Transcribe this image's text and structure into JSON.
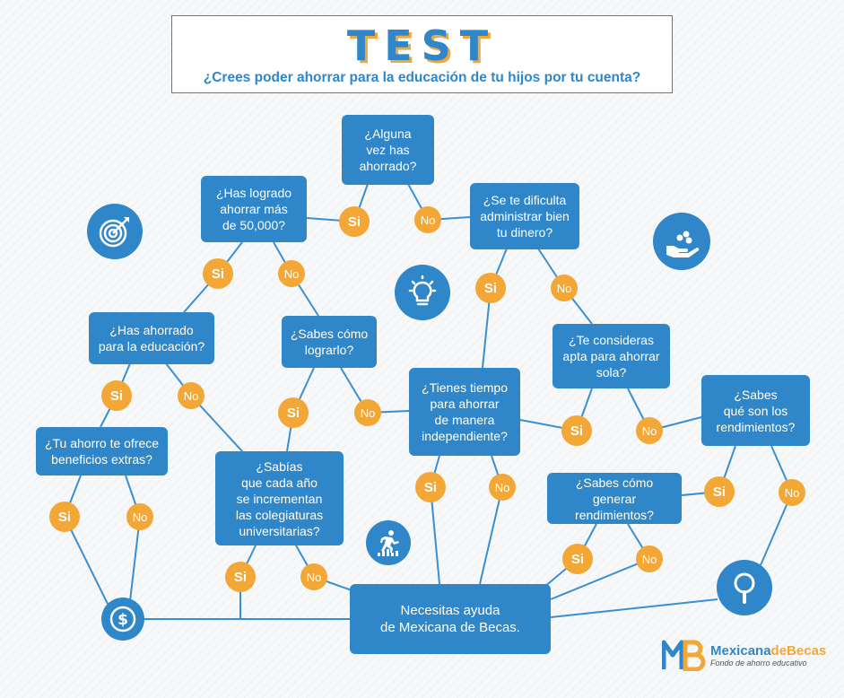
{
  "header": {
    "title": "TEST",
    "subtitle": "¿Crees poder ahorrar para la educación de tu hijos por tu cuenta?"
  },
  "questions": {
    "q_ahorrado": "¿Alguna\nvez has\nahorrado?",
    "q_50000": "¿Has  logrado\nahorrar más\nde 50,000?",
    "q_dificulta": "¿Se te dificulta\nadministrar bien\ntu dinero?",
    "q_educacion": "¿Has ahorrado\npara la educación?",
    "q_lograrlo": "¿Sabes cómo\nlograrlo?",
    "q_tiempo": "¿Tienes tiempo\npara ahorrar\nde manera\nindependiente?",
    "q_apta": "¿Te consideras\napta para ahorrar\nsola?",
    "q_rendimientos": "¿Sabes\nqué son los\nrendimientos?",
    "q_beneficios": "¿Tu ahorro te ofrece\nbeneficios extras?",
    "q_colegiaturas": "¿Sabías\nque cada año\nse incrementan\nlas colegiaturas\nuniversitarias?",
    "q_generar": "¿Sabes cómo generar\nrendimientos?",
    "result": "Necesitas ayuda\nde Mexicana de Becas."
  },
  "answers": {
    "yes": "Si",
    "no": "No"
  },
  "icons": {
    "target": "target-icon",
    "lightbulb": "lightbulb-icon",
    "hand_coins": "hand-coins-icon",
    "runner": "runner-chart-icon",
    "dollar": "dollar-icon",
    "magnifier": "magnifier-icon"
  },
  "logo": {
    "mark": "MB",
    "brand_main": "Mexicana",
    "brand_accent": "deBecas",
    "tagline": "Fondo de ahorro educativo"
  },
  "colors": {
    "blue": "#2f86c8",
    "orange": "#f3a737",
    "line": "#3a8fd0"
  }
}
